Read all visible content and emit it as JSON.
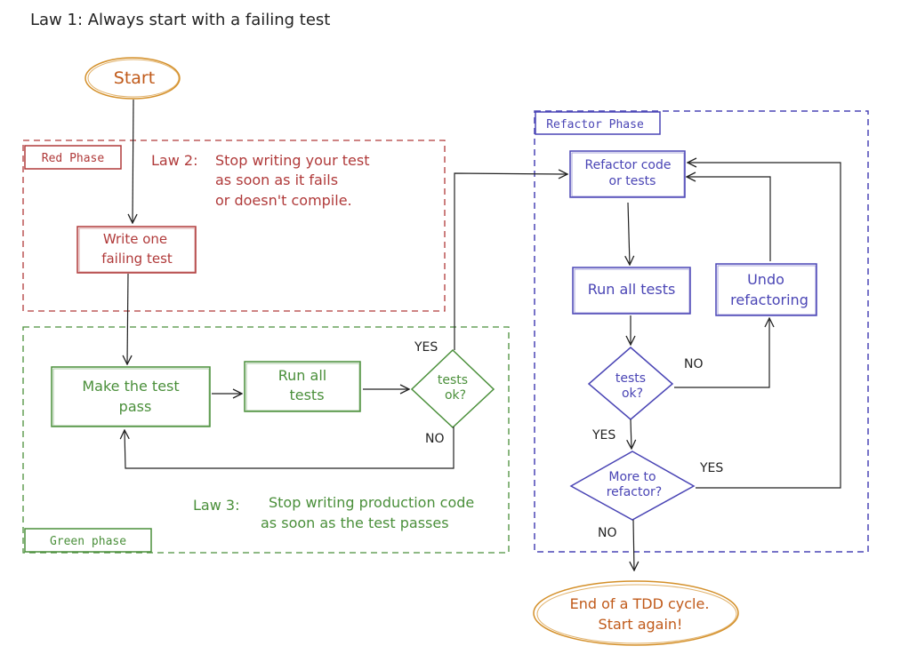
{
  "title": "Law 1: Always start with a failing test",
  "colors": {
    "red": "#b03a3a",
    "green": "#4a8f3a",
    "blue": "#4a45b5",
    "orange": "#d4902a",
    "orange_text": "#c05a1a",
    "ink": "#222222"
  },
  "start": {
    "label": "Start"
  },
  "red_phase": {
    "label": "Red Phase",
    "law_label": "Law 2:",
    "law_lines": [
      "Stop writing your test",
      "as soon as it fails",
      "or doesn't compile."
    ],
    "write_test": [
      "Write one",
      "failing test"
    ]
  },
  "green_phase": {
    "label": "Green phase",
    "make_pass": [
      "Make the test",
      "pass"
    ],
    "run_tests": [
      "Run all",
      "tests"
    ],
    "decision": [
      "tests",
      "ok?"
    ],
    "yes": "YES",
    "no": "NO",
    "law_label": "Law 3:",
    "law_lines": [
      "Stop writing production code",
      "as soon as the test passes"
    ]
  },
  "refactor_phase": {
    "label": "Refactor Phase",
    "refactor": [
      "Refactor code",
      "or tests"
    ],
    "run_tests": "Run all tests",
    "undo": [
      "Undo",
      "refactoring"
    ],
    "decision1": [
      "tests",
      "ok?"
    ],
    "no1": "NO",
    "yes1": "YES",
    "decision2": [
      "More to",
      "refactor?"
    ],
    "yes2": "YES",
    "no2": "NO"
  },
  "end": {
    "lines": [
      "End of a TDD cycle.",
      "Start again!"
    ]
  }
}
